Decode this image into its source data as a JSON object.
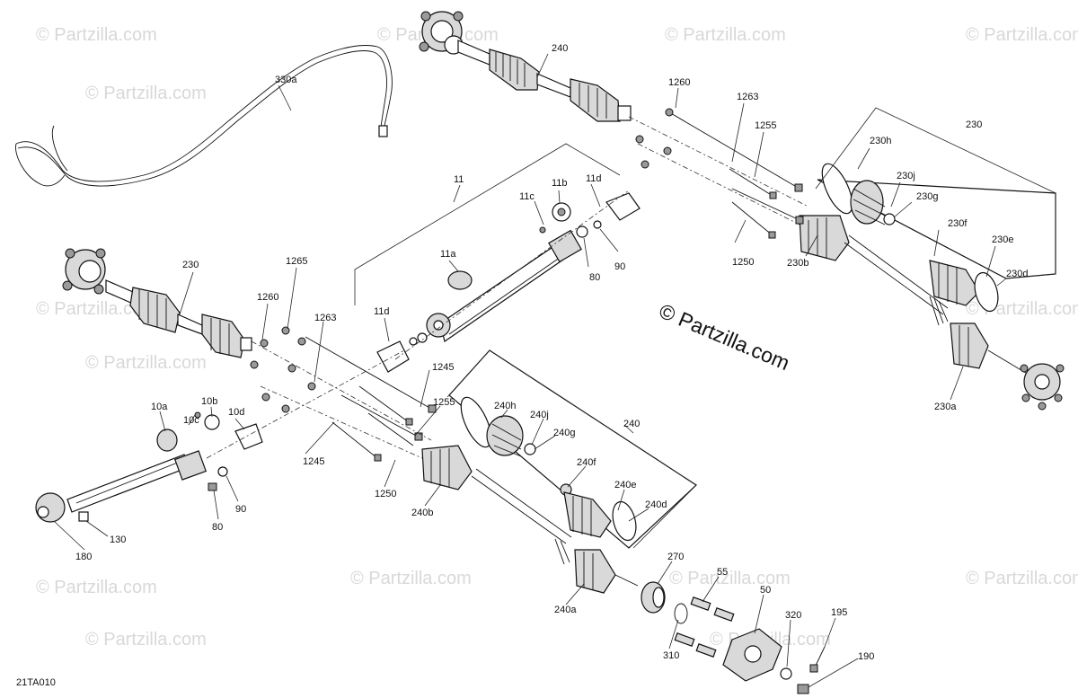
{
  "figure_code": "21TA010",
  "brand_text": "© Partzilla.com",
  "watermark_text": "© Partzilla.com",
  "callouts": {
    "c330a": "330a",
    "c240_top": "240",
    "c1260_top": "1260",
    "c1263_top": "1263",
    "c1255_top": "1255",
    "c230_top": "230",
    "c230h": "230h",
    "c230j": "230j",
    "c230g": "230g",
    "c230f": "230f",
    "c230e": "230e",
    "c230d": "230d",
    "c230b": "230b",
    "c230a": "230a",
    "c1250_top": "1250",
    "c11": "11",
    "c11c": "11c",
    "c11b": "11b",
    "c11d_top": "11d",
    "c11a": "11a",
    "c80_top": "80",
    "c90_top": "90",
    "c11d_mid": "11d",
    "c230_left": "230",
    "c1265": "1265",
    "c1260_left": "1260",
    "c1263_left": "1263",
    "c1245_a": "1245",
    "c1255_mid": "1255",
    "c1245_b": "1245",
    "c1250_mid": "1250",
    "c10a": "10a",
    "c10b": "10b",
    "c10c": "10c",
    "c10d": "10d",
    "c80_left": "80",
    "c90_left": "90",
    "c130": "130",
    "c180": "180",
    "c240_mid": "240",
    "c240h": "240h",
    "c240j": "240j",
    "c240g": "240g",
    "c240f": "240f",
    "c240e": "240e",
    "c240d": "240d",
    "c240b": "240b",
    "c240a": "240a",
    "c270": "270",
    "c55": "55",
    "c50": "50",
    "c320": "320",
    "c195": "195",
    "c310": "310",
    "c190": "190"
  }
}
